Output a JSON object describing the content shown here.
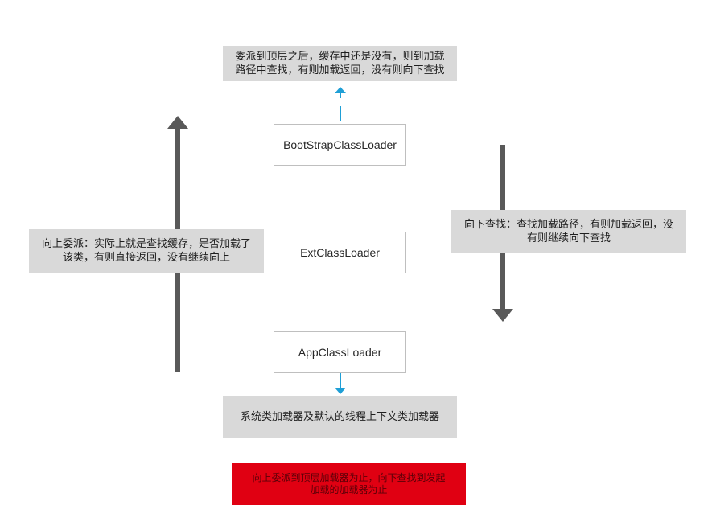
{
  "nodes": {
    "bootstrap": "BootStrapClassLoader",
    "ext": "ExtClassLoader",
    "app": "AppClassLoader"
  },
  "notes": {
    "top": [
      "委派到顶层之后，缓存中还是没有，则到加载",
      "路径中查找，有则加载返回，没有则向下查找"
    ],
    "left": [
      "向上委派：实际上就是查找缓存，是否加载了",
      "该类，有则直接返回，没有继续向上"
    ],
    "right": [
      "向下查找：查找加载路径，有则加载返回，没",
      "有则继续向下查找"
    ],
    "bottom": [
      "系统类加载器及默认的线程上下文类加载器"
    ],
    "red": [
      "向上委派到顶层加载器为止，向下查找到发起",
      "加载的加载器为止"
    ]
  },
  "colors": {
    "note_bg": "#d9d9d9",
    "arrow_gray": "#595959",
    "arrow_blue": "#1f9fd6",
    "red_bg": "#e00012"
  }
}
